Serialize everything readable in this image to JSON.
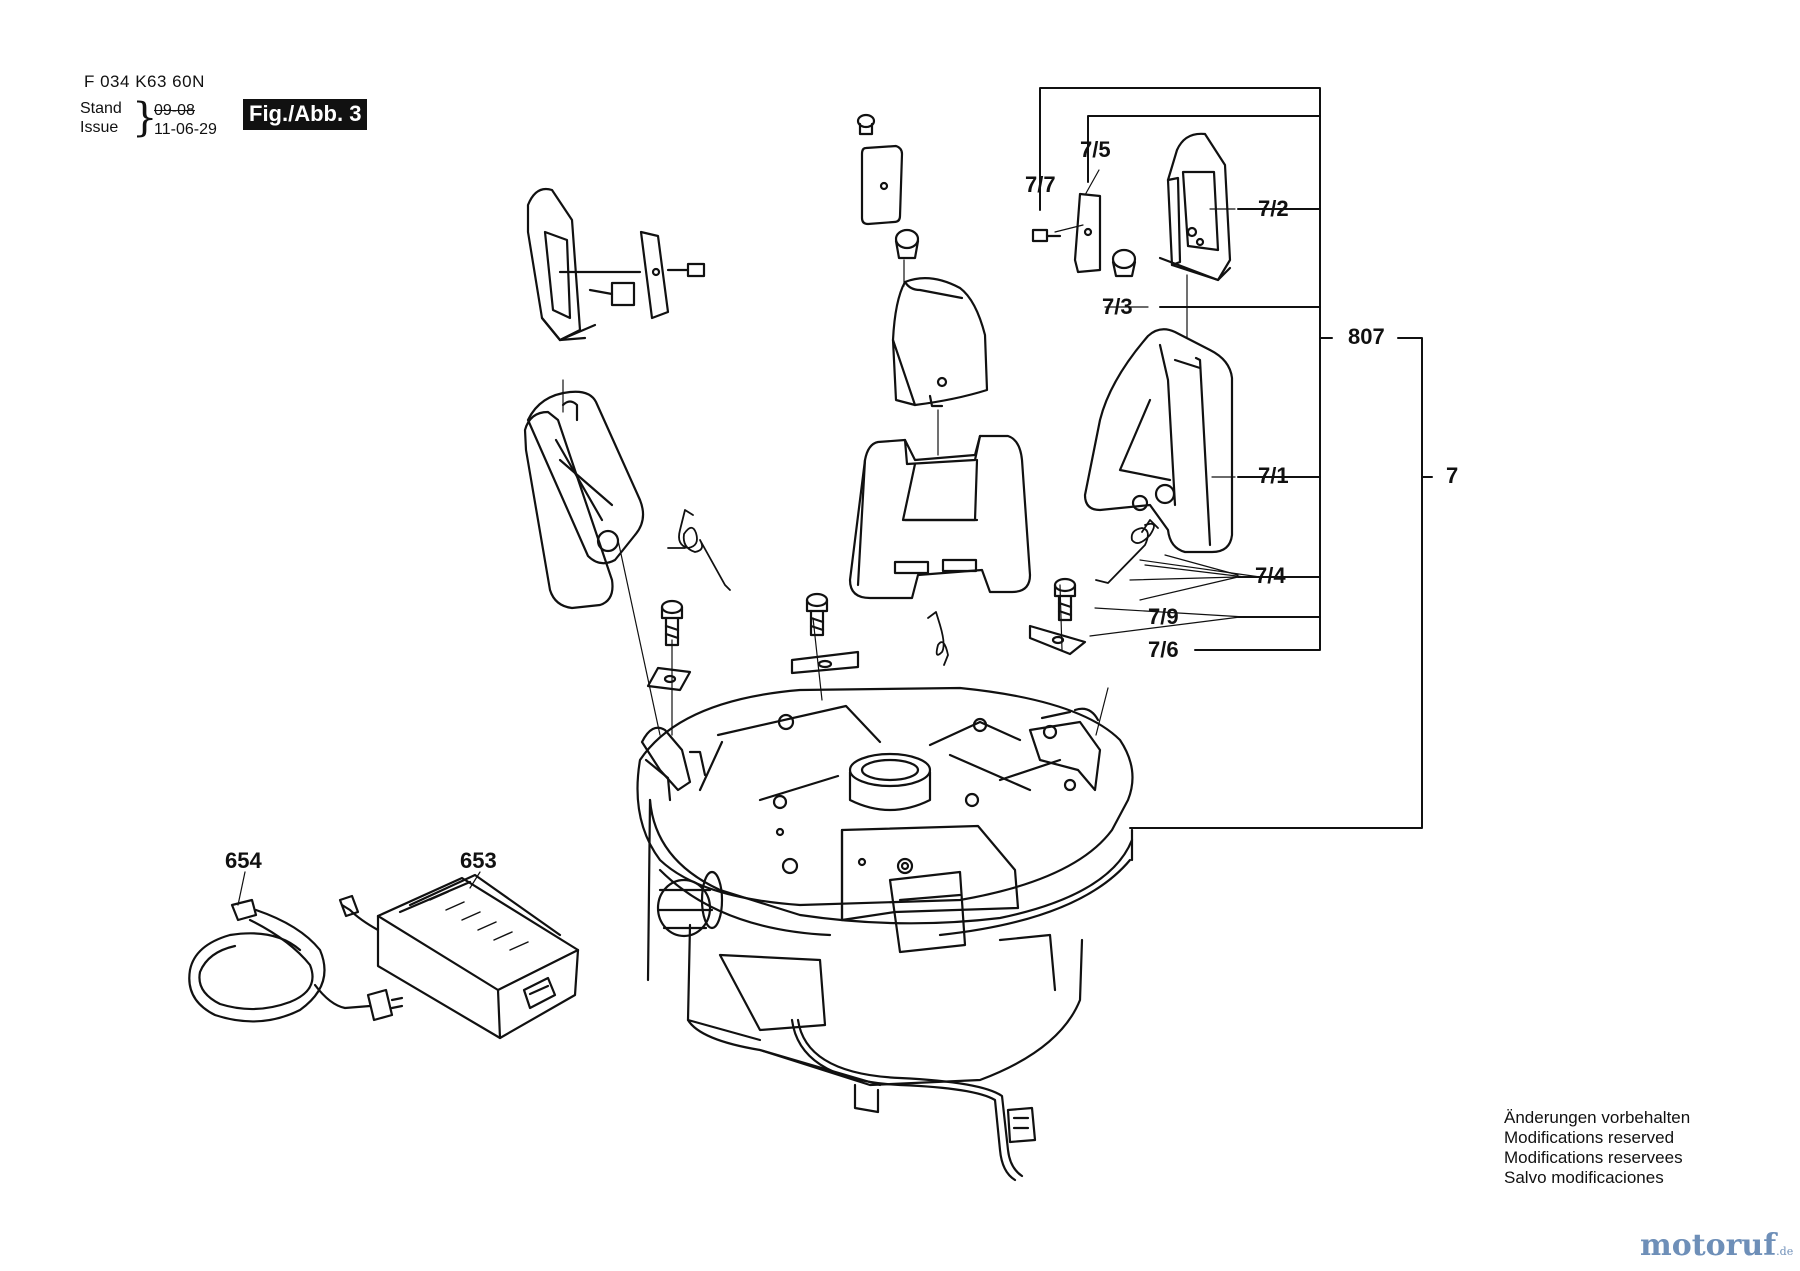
{
  "header": {
    "part_number": "F 034 K63 60N",
    "stand_label": "Stand",
    "issue_label": "Issue",
    "date_old": "09-08",
    "date_new": "11-06-29",
    "figure_label": "Fig./Abb. 3"
  },
  "callouts": {
    "c_7_7": "7/7",
    "c_7_5": "7/5",
    "c_7_2": "7/2",
    "c_7_3": "7/3",
    "c_807": "807",
    "c_7": "7",
    "c_7_1": "7/1",
    "c_7_4": "7/4",
    "c_7_9": "7/9",
    "c_7_6": "7/6",
    "c_654": "654",
    "c_653": "653"
  },
  "notes": [
    "Änderungen vorbehalten",
    "Modifications reserved",
    "Modifications reservees",
    "Salvo modificaciones"
  ],
  "watermark": {
    "text": "motoruf",
    "suffix": ".de"
  }
}
